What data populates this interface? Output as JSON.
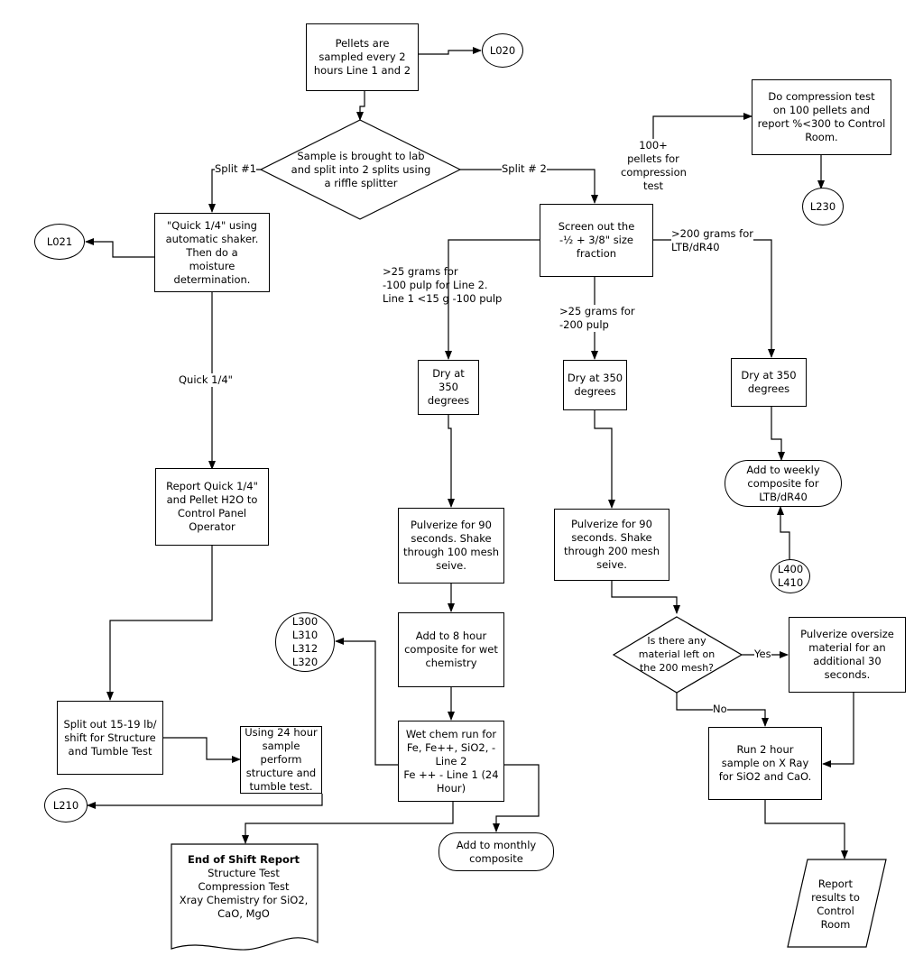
{
  "nodes": {
    "pellets_sampled": "Pellets are\nsampled every 2\nhours Line 1 and 2",
    "l020": "L020",
    "sample_split": "Sample is brought to lab\nand split into 2 splits using\na riffle splitter",
    "compression_test": "Do compression test\non 100 pellets and\nreport %<300 to Control\nRoom.",
    "l230": "L230",
    "quick_quarter": "\"Quick 1/4\" using\nautomatic shaker.\nThen do a\nmoisture\ndetermination.",
    "l021": "L021",
    "screen_out": "Screen out the\n-½ + 3/8\" size\nfraction",
    "dry_350_a": "Dry at\n350\ndegrees",
    "dry_350_b": "Dry at 350\ndegrees",
    "dry_350_c": "Dry at 350\ndegrees",
    "report_quick": "Report Quick 1/4\"\nand Pellet H2O to\nControl Panel\nOperator",
    "weekly_composite": "Add to weekly\ncomposite for\nLTB/dR40",
    "l400_l410": "L400\nL410",
    "pulverize_100": "Pulverize for 90\nseconds. Shake\nthrough 100 mesh\nseive.",
    "pulverize_200": "Pulverize for 90\nseconds. Shake\nthrough 200 mesh\nseive.",
    "l300_group": "L300\nL310\nL312\nL320",
    "composite_8hr": "Add to 8 hour\ncomposite for wet\nchemistry",
    "material_left": "Is there any\nmaterial left on\nthe 200 mesh?",
    "pulverize_oversize": "Pulverize oversize\nmaterial for an\nadditional 30\nseconds.",
    "split_out": "Split out 15-19 lb/\nshift for Structure\nand Tumble Test",
    "using_24hr": "Using 24 hour\nsample perform\nstructure and\ntumble test.",
    "wet_chem": "Wet chem run for\nFe, Fe++, SiO2, -\nLine 2\nFe ++ - Line 1 (24\nHour)",
    "run_2hr": "Run  2 hour\nsample on X Ray\nfor SiO2 and CaO.",
    "l210": "L210",
    "monthly_composite": "Add to monthly\ncomposite",
    "report_results": "Report\nresults to\nControl\nRoom",
    "end_of_shift_title": "End of Shift Report",
    "end_of_shift_body": "Structure Test\nCompression Test\nXray Chemistry for SiO2,\nCaO, MgO"
  },
  "edge_labels": {
    "split1": "Split #1",
    "split2": "Split # 2",
    "pellets_100": "100+\npellets for\ncompression\ntest",
    "grams_200_ltb": ">200 grams for\nLTB/dR40",
    "grams_25_100": ">25 grams for\n-100 pulp for Line 2.\nLine 1 <15 g -100 pulp",
    "grams_25_200": ">25 grams for\n-200 pulp",
    "quick_quarter_edge": "Quick 1/4\"",
    "yes": "Yes",
    "no": "No"
  }
}
